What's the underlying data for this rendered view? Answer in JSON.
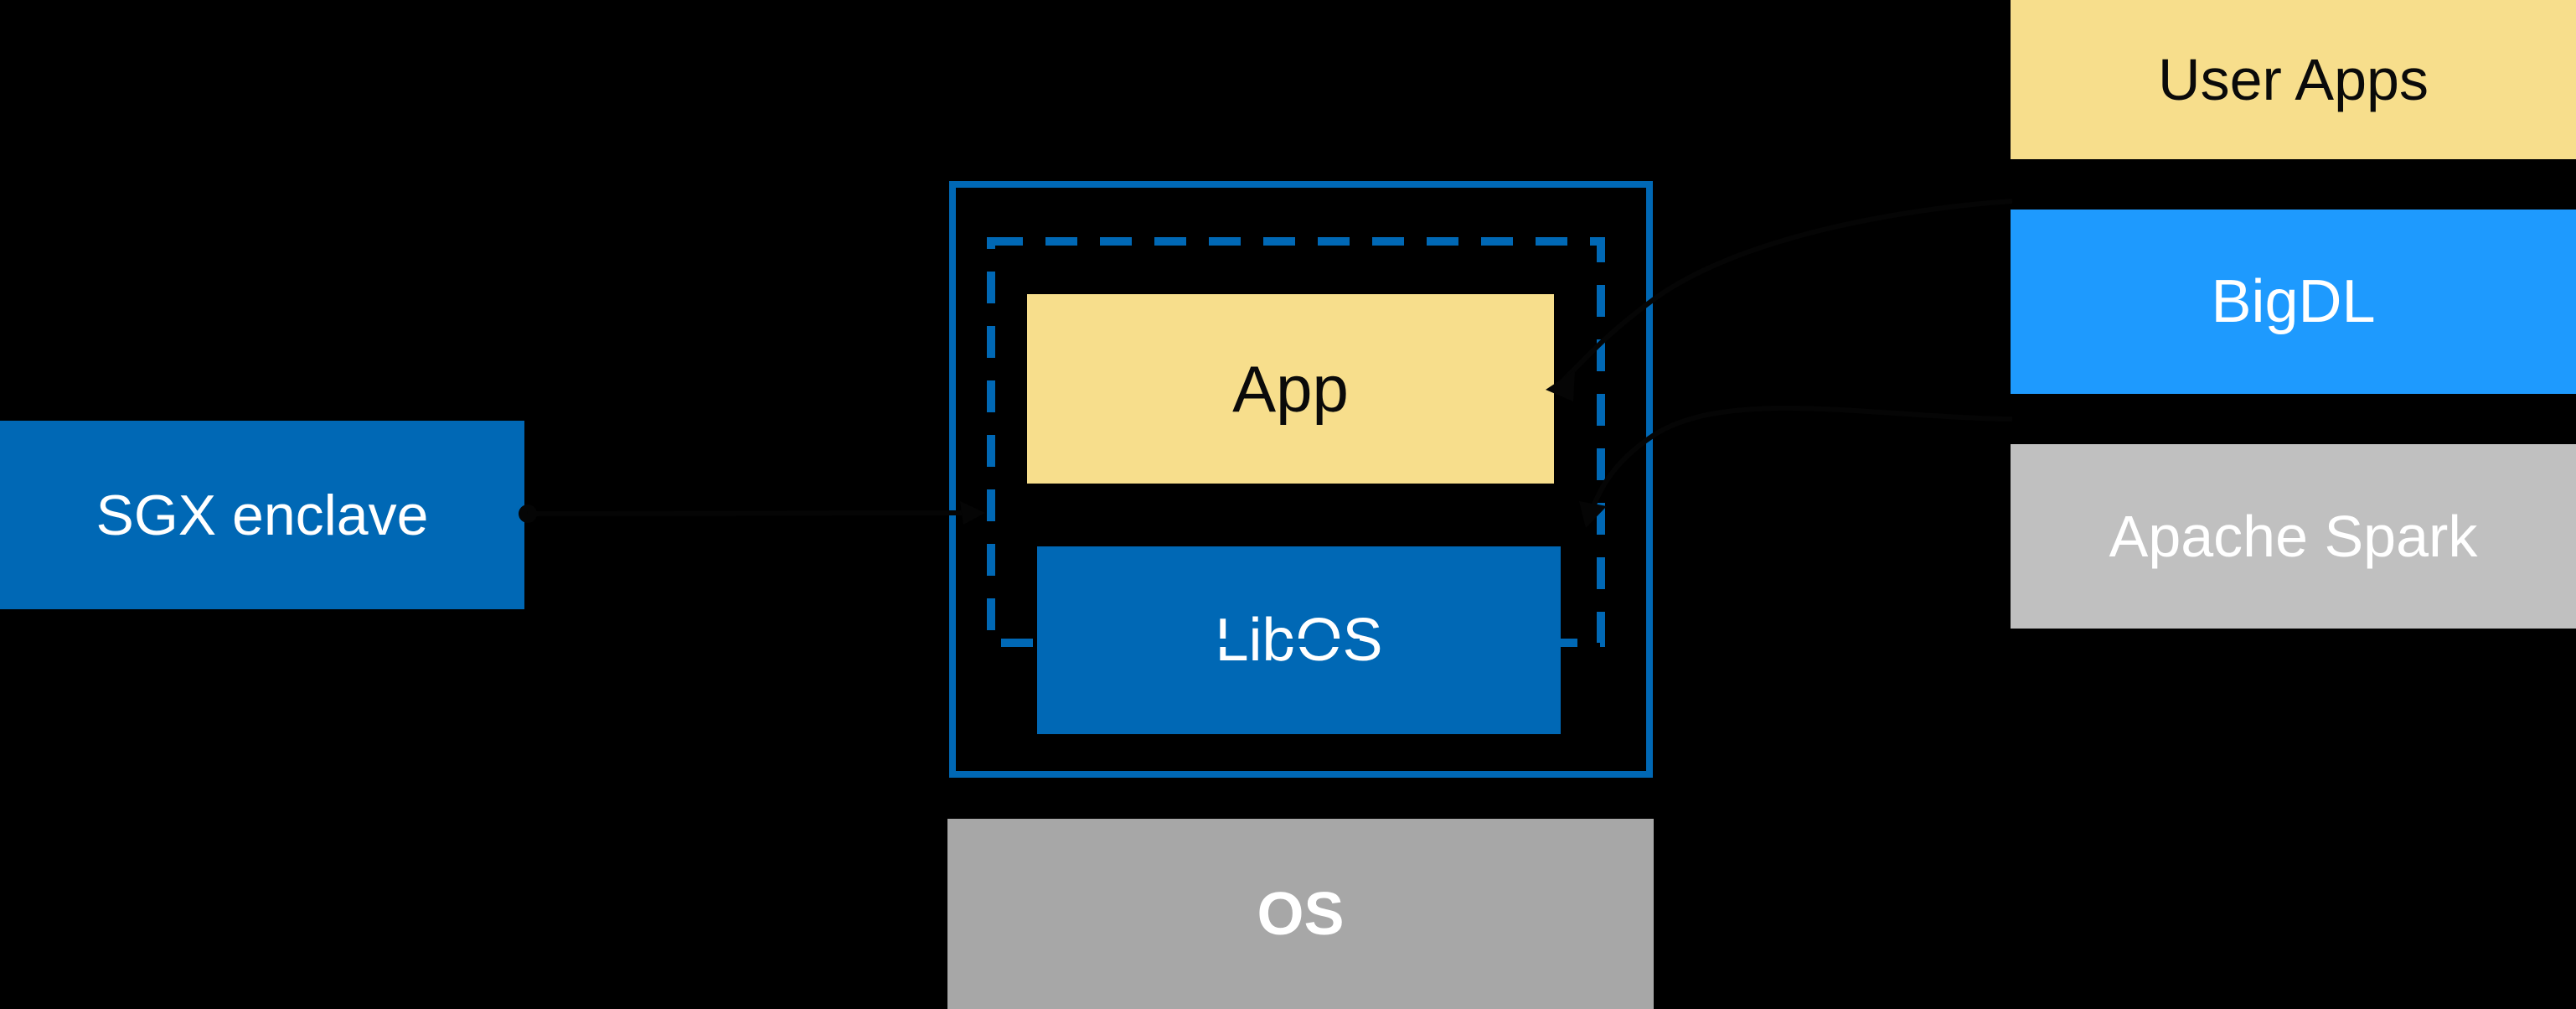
{
  "diagram": {
    "sgx": {
      "label": "SGX enclave"
    },
    "central": {
      "app_label": "App",
      "libos_label": "LibOS",
      "os_label": "OS"
    },
    "stack": {
      "user_apps_label": "User Apps",
      "bigdl_label": "BigDL",
      "spark_label": "Apache Spark"
    }
  },
  "colors": {
    "background": "#000000",
    "intel_blue": "#0068B5",
    "bright_blue": "#1E9AFE",
    "yellow": "#F7DE8C",
    "gray_os": "#A7A7A7",
    "gray_spark": "#C0C0C0",
    "text_light": "#FFFFFF",
    "text_dark": "#0A0A0A",
    "arrow_black": "#050505"
  }
}
